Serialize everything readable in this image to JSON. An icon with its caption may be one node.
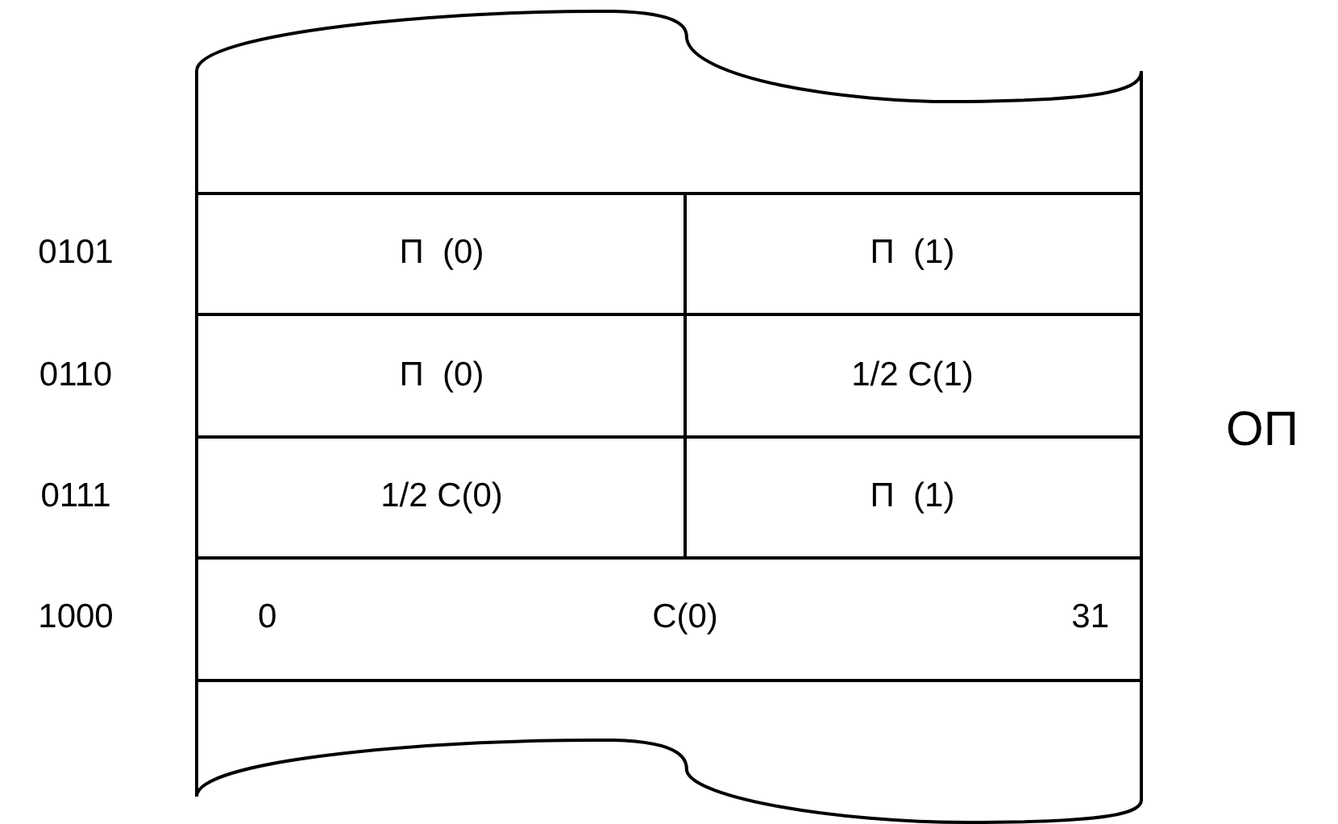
{
  "diagram": {
    "labels": [
      "0101",
      "П  (0)",
      "П  (1)",
      "0110",
      "П  (0)",
      "1/2 С(1)",
      "0111",
      "1/2 С(0)",
      "П  (1)",
      "1000",
      "0",
      "С(0)",
      "31",
      "ОП"
    ]
  }
}
